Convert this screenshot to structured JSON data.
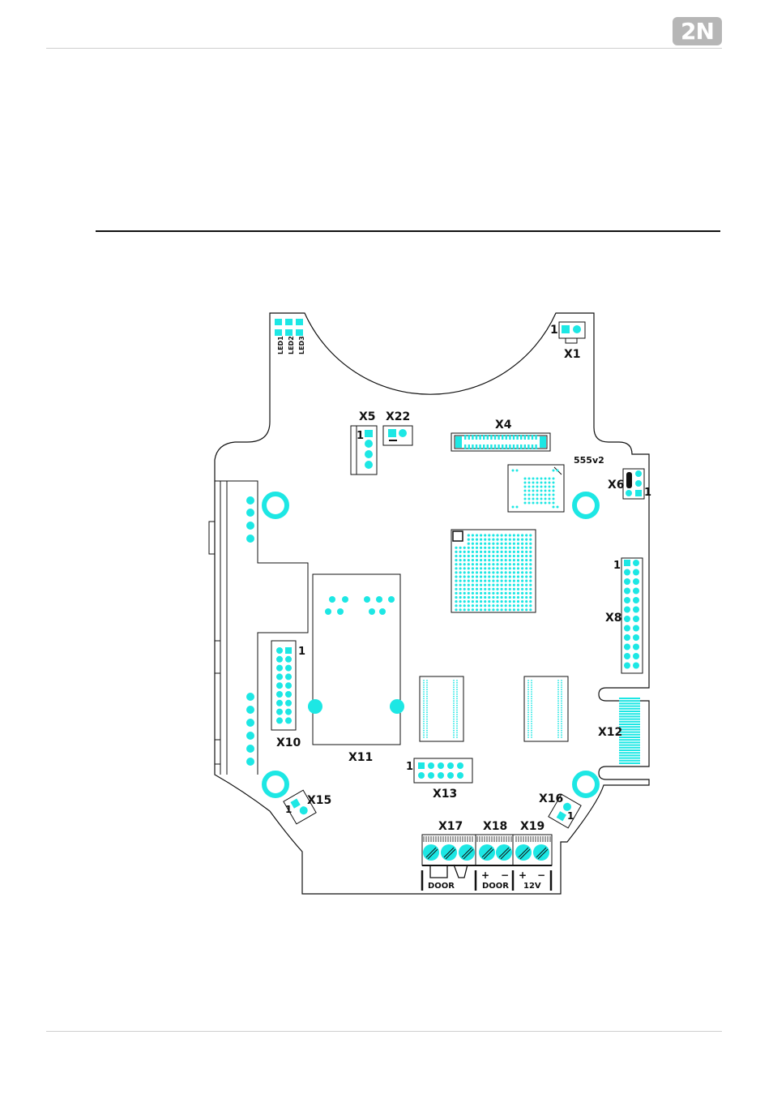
{
  "header": {
    "logo_text": "2N"
  },
  "colors": {
    "pad": "#1de7e4",
    "outline": "#111111",
    "logo_bg": "#b6b6b6"
  },
  "board": {
    "leds": [
      "LED1",
      "LED2",
      "LED3"
    ],
    "connectors": {
      "x1": "X1",
      "x4": "X4",
      "x5": "X5",
      "x6": "X6",
      "x8": "X8",
      "x10": "X10",
      "x11": "X11",
      "x12": "X12",
      "x13": "X13",
      "x15": "X15",
      "x16": "X16",
      "x17": "X17",
      "x18": "X18",
      "x19": "X19",
      "x22": "X22"
    },
    "pin_one": "1",
    "version": "555v2",
    "terminals": {
      "door_relay": "DOOR",
      "door_output": "DOOR",
      "power": "12V",
      "plus": "+",
      "minus": "−"
    }
  }
}
